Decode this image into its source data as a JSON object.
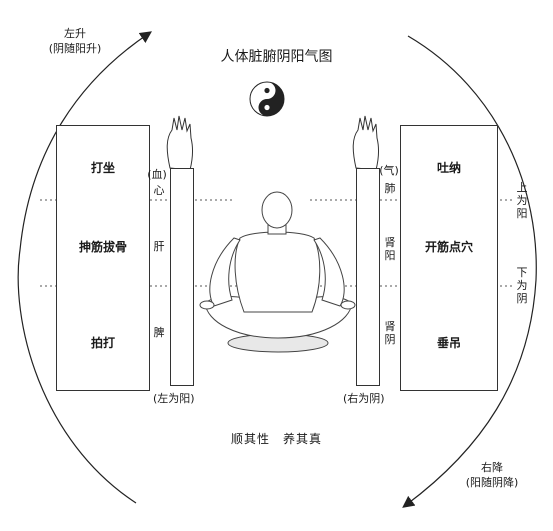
{
  "title": "人体脏腑阴阳气图",
  "left_arrow": {
    "line1": "左升",
    "line2": "(阴随阳升)"
  },
  "right_arrow": {
    "line1": "右降",
    "line2": "(阳随阴降)"
  },
  "left_boxes": [
    "打坐",
    "抻筋拔骨",
    "拍打"
  ],
  "right_boxes": [
    "吐纳",
    "开筋点穴",
    "垂吊"
  ],
  "left_organs": {
    "top_paren": "(血)",
    "top": "心",
    "mid": "肝",
    "bottom": "脾"
  },
  "right_organs": {
    "top_paren": "(气)",
    "top": "肺",
    "mid": "肾阳",
    "bottom": "肾阴"
  },
  "left_caption": "(左为阳)",
  "right_caption": "(右为阴)",
  "upper_label": "上为阳",
  "lower_label": "下为阴",
  "motto": "顺其性　养其真",
  "colors": {
    "line": "#333333",
    "dotted": "#555555"
  }
}
